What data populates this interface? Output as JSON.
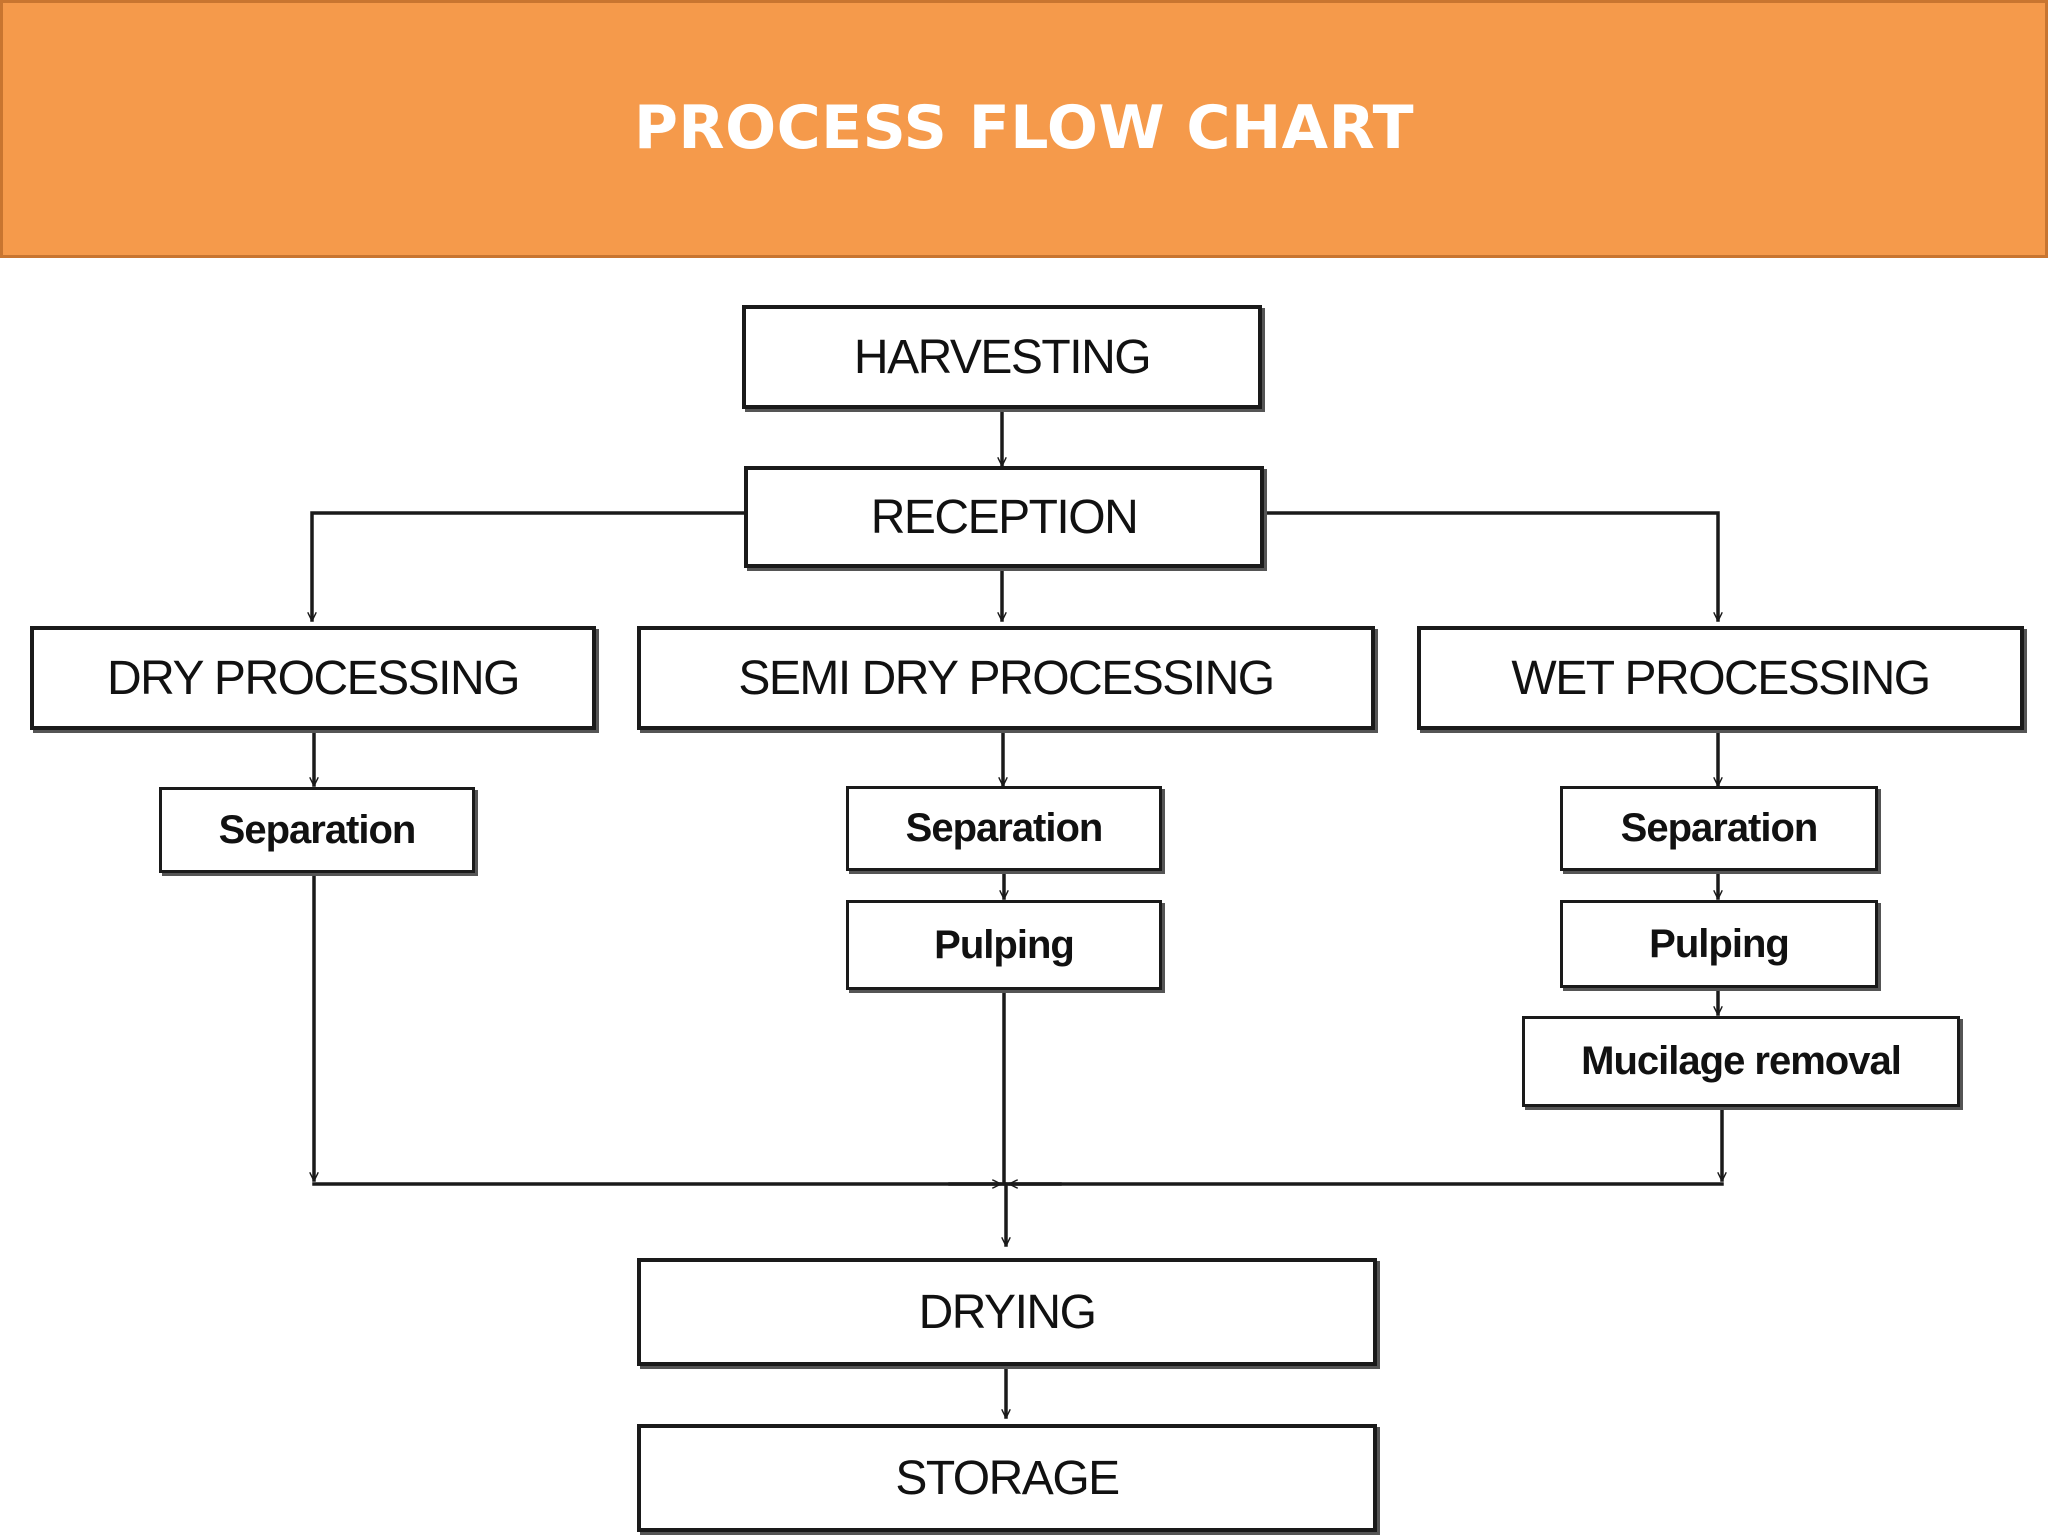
{
  "header": {
    "title": "PROCESS FLOW CHART"
  },
  "colors": {
    "banner": "#f59a4b",
    "banner_border": "#c87530",
    "line": "#1a1a1a"
  },
  "steps": {
    "harvesting": "HARVESTING",
    "reception": "RECEPTION",
    "dry_processing": "DRY PROCESSING",
    "semi_dry_processing": "SEMI DRY PROCESSING",
    "wet_processing": "WET PROCESSING",
    "dry_separation": "Separation",
    "semi_separation": "Separation",
    "semi_pulping": "Pulping",
    "wet_separation": "Separation",
    "wet_pulping": "Pulping",
    "wet_mucilage_removal": "Mucilage removal",
    "drying": "DRYING",
    "storage": "STORAGE"
  }
}
